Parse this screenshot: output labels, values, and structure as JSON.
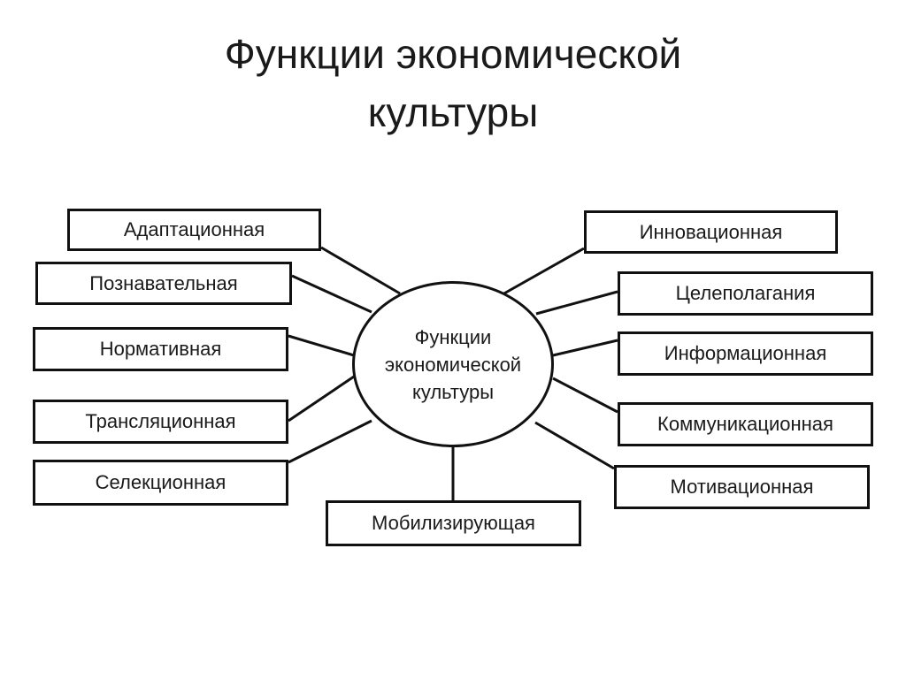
{
  "title": {
    "line1": "Функции экономической",
    "line2": "культуры"
  },
  "center": {
    "line1": "Функции",
    "line2": "экономической",
    "line3": "культуры"
  },
  "left_boxes": [
    "Адаптационная",
    "Познавательная",
    "Нормативная",
    "Трансляционная",
    "Селекционная"
  ],
  "right_boxes": [
    "Инновационная",
    "Целеполагания",
    "Информационная",
    "Коммуникационная",
    "Мотивационная"
  ],
  "bottom_box": "Мобилизирующая"
}
